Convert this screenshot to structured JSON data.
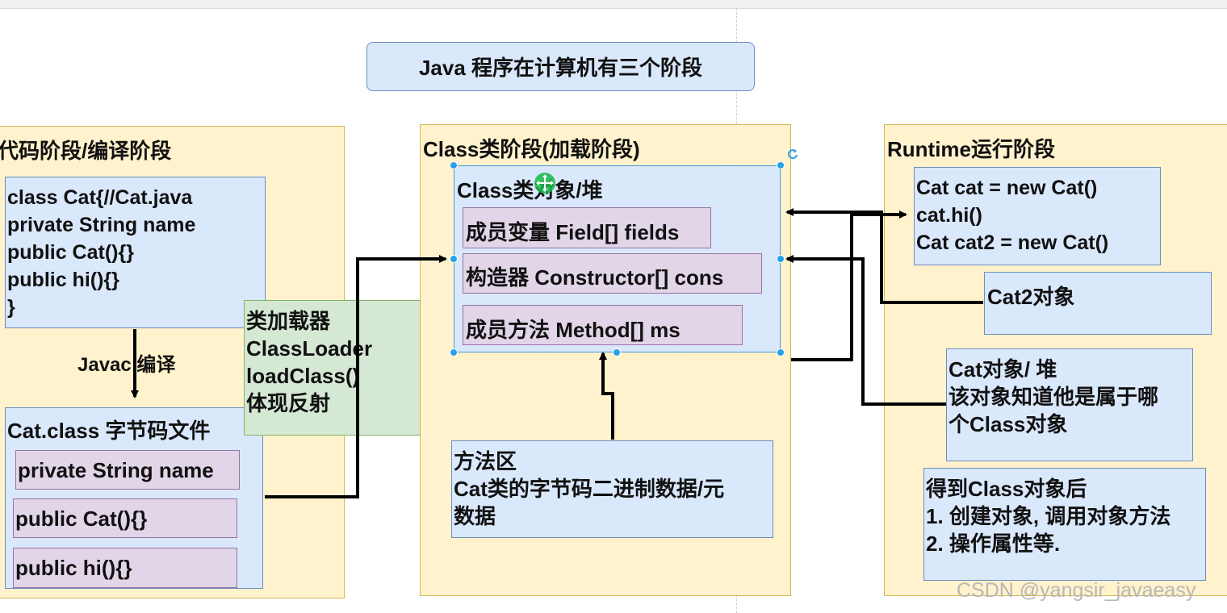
{
  "title": "Java 程序在计算机有三个阶段",
  "source_stage": {
    "heading": "代码阶段/编译阶段",
    "source_code": "class Cat{//Cat.java\nprivate String name\npublic Cat(){}\npublic hi(){}\n}",
    "compile_label": "Javac 编译",
    "bytecode_title": "Cat.class 字节码文件",
    "bytecode_items": [
      "private String name",
      "public Cat(){}",
      "public hi(){}"
    ]
  },
  "class_loader": {
    "text": "类加载器\nClassLoader\nloadClass()\n体现反射"
  },
  "class_stage": {
    "heading": "Class类阶段(加载阶段)",
    "class_object_title": "Class类对象/堆",
    "members": [
      "成员变量 Field[] fields",
      "构造器 Constructor[] cons",
      "成员方法 Method[] ms"
    ],
    "method_area": "方法区\nCat类的字节码二进制数据/元\n数据"
  },
  "runtime_stage": {
    "heading": "Runtime运行阶段",
    "code": "Cat cat = new Cat()\ncat.hi()\nCat cat2 = new Cat()",
    "cat2_object": "Cat2对象",
    "cat_object": "Cat对象/ 堆\n该对象知道他是属于哪\n个Class对象",
    "after_class": "得到Class对象后\n1. 创建对象, 调用对象方法\n2. 操作属性等."
  },
  "watermark": "CSDN @yangsir_javaeasy",
  "colors": {
    "stage_fill": "#fff2cc",
    "box_fill": "#dae8fc",
    "member_fill": "#e1d5e7",
    "loader_fill": "#d5e8d4",
    "selection": "#29a0e8"
  },
  "icons": [
    "rotate-icon",
    "move-cursor-icon"
  ]
}
